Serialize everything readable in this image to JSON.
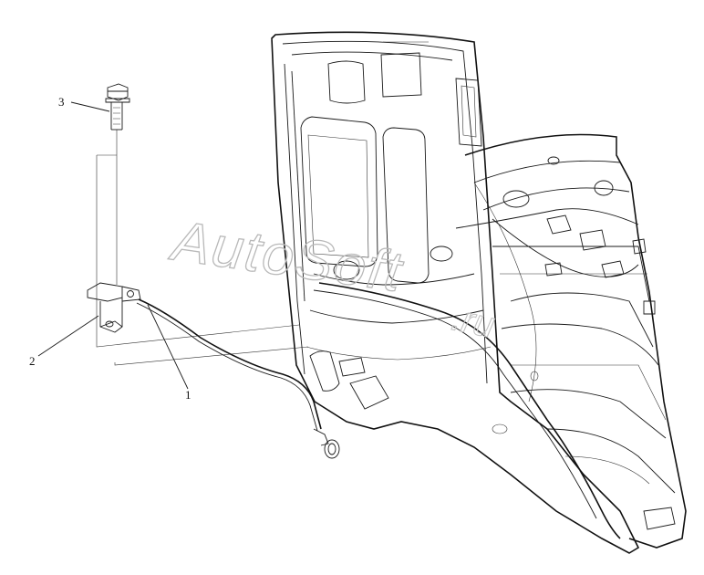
{
  "diagram": {
    "callouts": [
      {
        "id": "1",
        "label": "1"
      },
      {
        "id": "2",
        "label": "2"
      },
      {
        "id": "3",
        "label": "3"
      }
    ],
    "watermark": {
      "main": "AutoSoft",
      "sub": ".ru"
    }
  }
}
